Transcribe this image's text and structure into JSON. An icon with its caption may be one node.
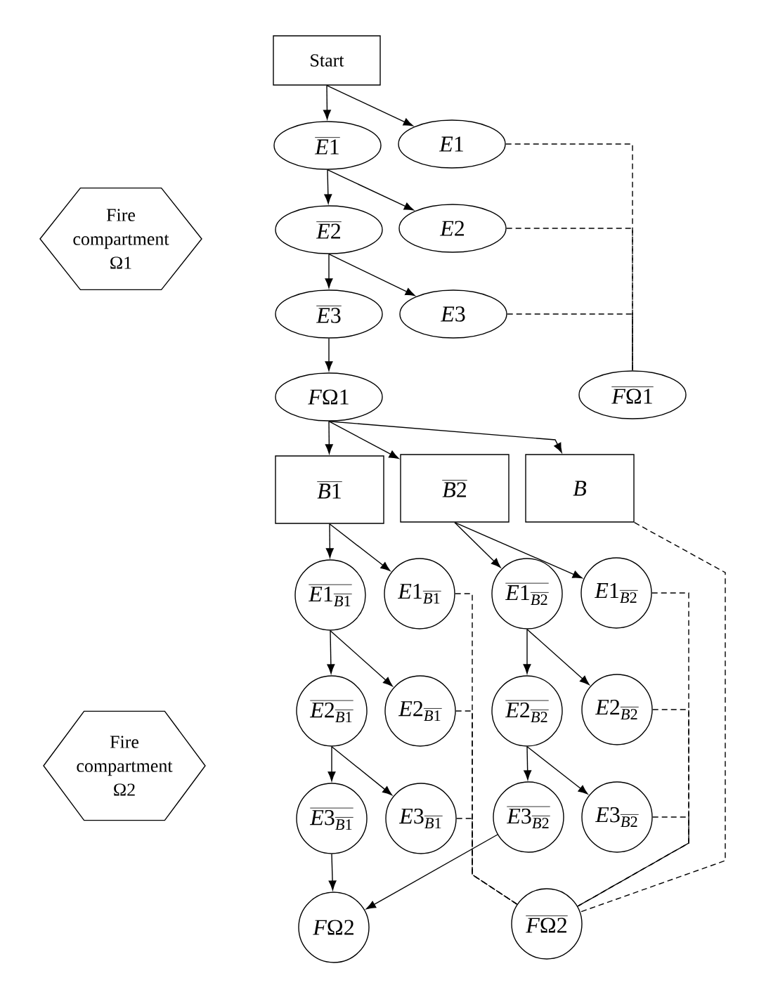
{
  "diagram": {
    "nodes": [
      {
        "text": [
          "Start"
        ]
      },
      {
        "text": [
          "\\overline{E1}"
        ]
      },
      {
        "text": [
          "E1"
        ]
      },
      {
        "text": [
          "Fire compartment Ω1"
        ]
      },
      {
        "text": [
          "\\overline{E2}"
        ]
      },
      {
        "text": [
          "E2"
        ]
      },
      {
        "text": [
          "\\overline{E3}"
        ]
      },
      {
        "text": [
          "E3"
        ]
      },
      {
        "text": [
          "F\\Omega 1"
        ]
      },
      {
        "text": [
          "\\overline{F\\Omega 1}"
        ]
      },
      {
        "text": [
          "\\overline{B1}"
        ]
      },
      {
        "text": [
          "\\overline{B2}"
        ]
      },
      {
        "text": [
          "B"
        ]
      },
      {
        "text": [
          "\\overline{E1_{\\overline{B1}}}"
        ]
      },
      {
        "text": [
          "E1_{\\overline{B1}}"
        ]
      },
      {
        "text": [
          "\\overline{E1_{\\overline{B2}}}"
        ]
      },
      {
        "text": [
          "E1_{\\overline{B2}}"
        ]
      },
      {
        "text": [
          "\\overline{E2_{\\overline{B1}}}"
        ]
      },
      {
        "text": [
          "E2_{\\overline{B1}}"
        ]
      },
      {
        "text": [
          "\\overline{E2_{\\overline{B2}}}"
        ]
      },
      {
        "text": [
          "E2_{\\overline{B2}}"
        ]
      },
      {
        "text": [
          "Fire compartment Ω2"
        ]
      },
      {
        "text": [
          "\\overline{E3_{\\overline{B1}}}"
        ]
      },
      {
        "text": [
          "E3_{\\overline{B1}}"
        ]
      },
      {
        "text": [
          "\\overline{E3_{\\overline{B2}}}"
        ]
      },
      {
        "text": [
          "E3_{\\overline{B2}}"
        ]
      },
      {
        "text": [
          "F\\Omega 2"
        ]
      },
      {
        "text": [
          "\\overline{F\\Omega 2}"
        ]
      }
    ],
    "edges": [
      {
        "from": 0,
        "to": 1,
        "arrow": "to"
      },
      {
        "from": 0,
        "to": 2,
        "arrow": "to"
      },
      {
        "from": 1,
        "to": 4,
        "arrow": "to"
      },
      {
        "from": 1,
        "to": 5,
        "arrow": "to"
      },
      {
        "from": 4,
        "to": 6,
        "arrow": "to"
      },
      {
        "from": 4,
        "to": 7,
        "arrow": "to"
      },
      {
        "from": 6,
        "to": 8,
        "arrow": "to"
      },
      {
        "from": 8,
        "to": 10,
        "arrow": "to"
      },
      {
        "from": 8,
        "to": 11,
        "arrow": "to"
      },
      {
        "from": 8,
        "to": 12,
        "arrow": "to"
      },
      {
        "from": 10,
        "to": 13,
        "arrow": "to"
      },
      {
        "from": 10,
        "to": 14,
        "arrow": "to"
      },
      {
        "from": 13,
        "to": 17,
        "arrow": "to"
      },
      {
        "from": 13,
        "to": 18,
        "arrow": "to"
      },
      {
        "from": 17,
        "to": 22,
        "arrow": "to"
      },
      {
        "from": 17,
        "to": 23,
        "arrow": "to"
      },
      {
        "from": 22,
        "to": 26,
        "arrow": "to"
      },
      {
        "from": 11,
        "to": 15,
        "arrow": "to"
      },
      {
        "from": 11,
        "to": 16,
        "arrow": "to"
      },
      {
        "from": 15,
        "to": 19,
        "arrow": "to"
      },
      {
        "from": 15,
        "to": 20,
        "arrow": "to"
      },
      {
        "from": 19,
        "to": 24,
        "arrow": "to"
      },
      {
        "from": 19,
        "to": 25,
        "arrow": "to"
      },
      {
        "from": 24,
        "to": 26,
        "arrow": "to"
      },
      {
        "from": 2,
        "to": 9,
        "arrow": "none",
        "style": "dashed"
      },
      {
        "from": 5,
        "to": 9,
        "arrow": "none",
        "style": "dashed"
      },
      {
        "from": 7,
        "to": 9,
        "arrow": "none",
        "style": "dashed"
      },
      {
        "from": 14,
        "to": 27,
        "arrow": "none",
        "style": "dashed"
      },
      {
        "from": 18,
        "to": 27,
        "arrow": "none",
        "style": "dashed"
      },
      {
        "from": 23,
        "to": 27,
        "arrow": "none",
        "style": "dashed"
      },
      {
        "from": 16,
        "to": 27,
        "arrow": "none",
        "style": "dashed"
      },
      {
        "from": 20,
        "to": 27,
        "arrow": "none",
        "style": "dashed"
      },
      {
        "from": 25,
        "to": 27,
        "arrow": "none",
        "style": "dashed"
      },
      {
        "from": 12,
        "to": 27,
        "arrow": "none",
        "style": "dashed"
      }
    ]
  }
}
